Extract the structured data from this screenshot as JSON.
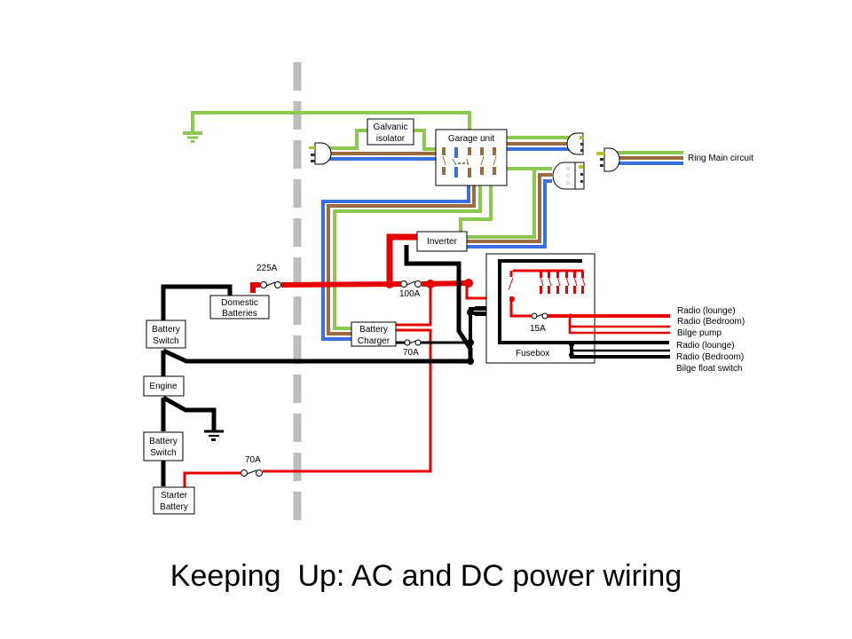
{
  "title": "Keeping  Up: AC and DC power wiring",
  "colors": {
    "earth": "#8cc850",
    "live": "#9b6a3f",
    "neutral": "#3a6fe0",
    "positive": "#e80000",
    "negative": "#000000",
    "divider": "#bdbdbd"
  },
  "components": {
    "galvanic_isolator": [
      "Galvanic",
      "isolator"
    ],
    "garage_unit": "Garage unit",
    "inverter": "Inverter",
    "domestic_batteries": [
      "Domestic",
      "Batteries"
    ],
    "battery_charger": [
      "Battery",
      "Charger"
    ],
    "battery_switch_top": [
      "Battery",
      "Switch"
    ],
    "engine": "Engine",
    "battery_switch_bottom": [
      "Battery",
      "Switch"
    ],
    "starter_battery": [
      "Starter",
      "Battery"
    ],
    "fusebox": "Fusebox",
    "rcd": [
      "R",
      "C",
      "D"
    ]
  },
  "fuses": {
    "domestic": "225A",
    "main": "100A",
    "charger": "70A",
    "starter": "70A",
    "fusebox": "15A"
  },
  "ring_main_label": "Ring Main circuit",
  "positive_outputs": [
    "Radio (lounge)",
    "Radio (Bedroom)",
    "Bilge pump"
  ],
  "negative_outputs": [
    "Radio (lounge)",
    "Radio (Bedroom)",
    "Bilge float switch"
  ]
}
